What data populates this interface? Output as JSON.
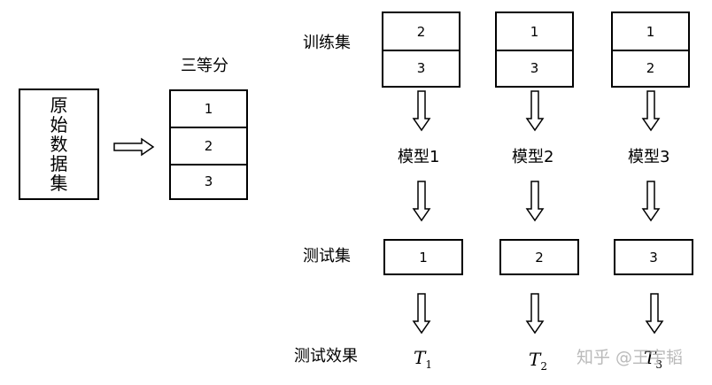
{
  "raw_data": {
    "label_chars": [
      "原",
      "始",
      "数",
      "据",
      "集"
    ]
  },
  "split": {
    "title": "三等分",
    "parts": [
      "1",
      "2",
      "3"
    ]
  },
  "row_labels": {
    "train": "训练集",
    "test": "测试集",
    "effect": "测试效果"
  },
  "folds": [
    {
      "train_top": "2",
      "train_bottom": "3",
      "model": "模型1",
      "test": "1",
      "result_base": "T",
      "result_sub": "1"
    },
    {
      "train_top": "1",
      "train_bottom": "3",
      "model": "模型2",
      "test": "2",
      "result_base": "T",
      "result_sub": "2"
    },
    {
      "train_top": "1",
      "train_bottom": "2",
      "model": "模型3",
      "test": "3",
      "result_base": "T",
      "result_sub": "3"
    }
  ],
  "watermark": "知乎 @王宇韬"
}
